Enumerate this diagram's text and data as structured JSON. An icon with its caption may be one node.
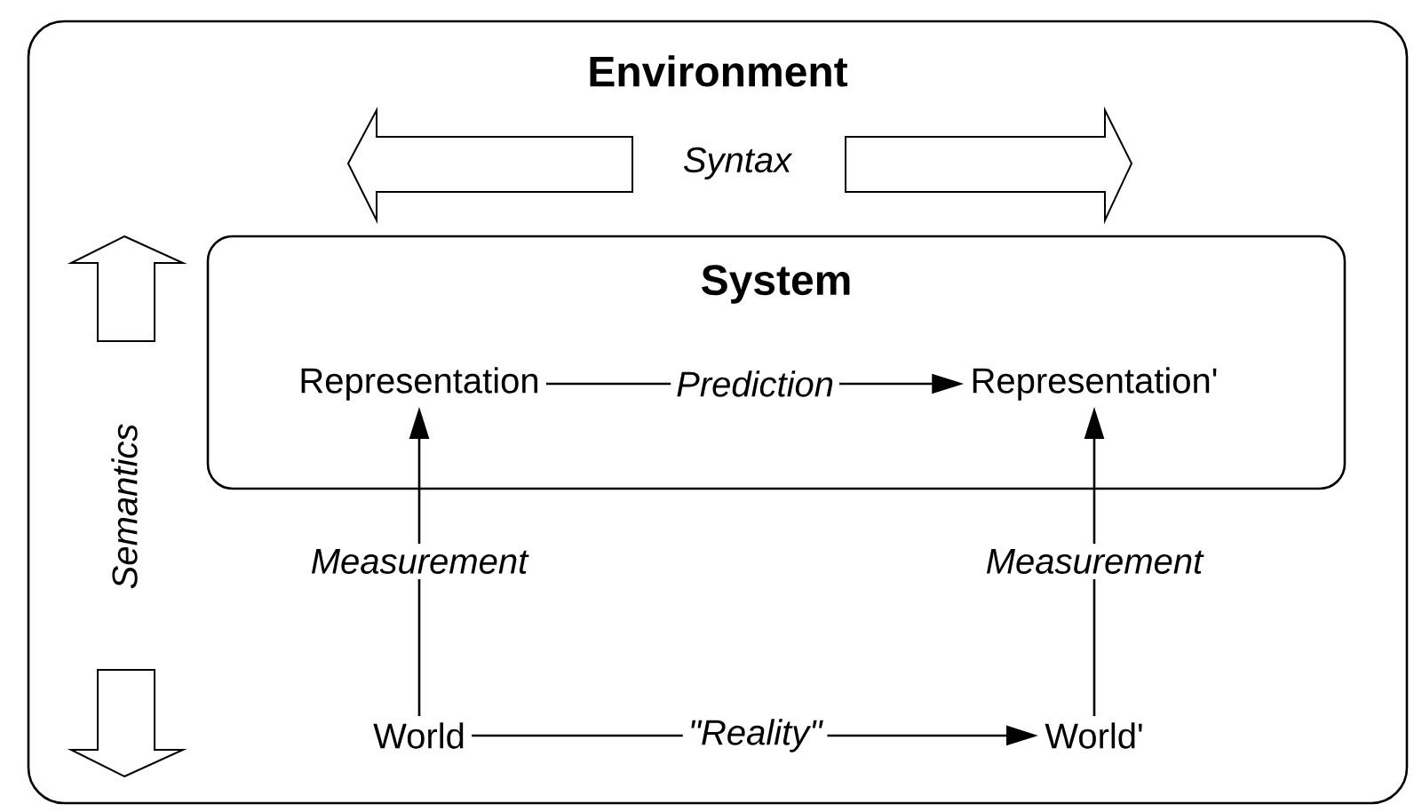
{
  "diagram": {
    "nodes": [
      {
        "text": [
          "Environment"
        ]
      },
      {
        "text": [
          "System"
        ],
        "in": 0
      },
      {
        "text": [
          "Representation"
        ],
        "in": 1
      },
      {
        "text": [
          "Representation'"
        ],
        "in": 1
      },
      {
        "text": [
          "World"
        ],
        "in": 0
      },
      {
        "text": [
          "World'"
        ],
        "in": 0
      }
    ],
    "edges": [
      {
        "from": 2,
        "to": 3,
        "arrow": "to",
        "label": "Prediction"
      },
      {
        "from": 4,
        "to": 2,
        "arrow": "to",
        "label": "Measurement"
      },
      {
        "from": 5,
        "to": 3,
        "arrow": "to",
        "label": "Measurement"
      },
      {
        "from": 4,
        "to": 5,
        "arrow": "to",
        "label": "\"Reality\""
      }
    ],
    "labels": [
      "Syntax",
      "Semantics"
    ]
  }
}
